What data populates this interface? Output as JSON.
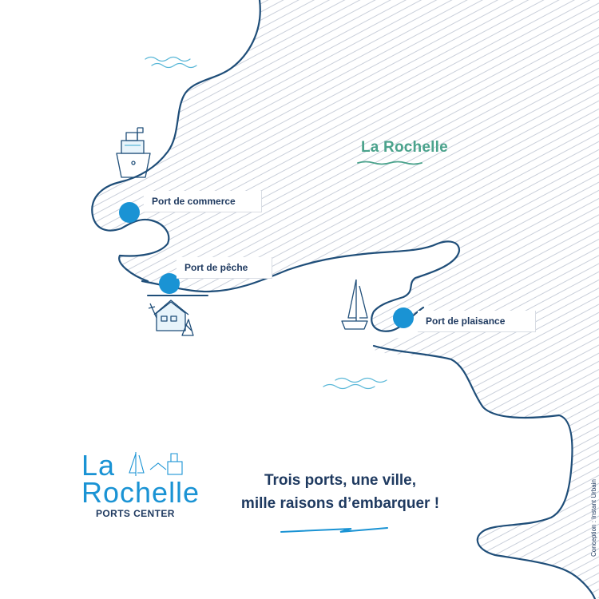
{
  "map": {
    "city_label": "La Rochelle",
    "colors": {
      "coast": "#1f4e79",
      "hatch": "#c3cad6",
      "marker": "#1a93d4",
      "city_label": "#4ba38c",
      "text": "#1f3a60",
      "sea_waves": "#5bb8d8"
    },
    "ports": [
      {
        "name": "Port de commerce",
        "icon": "cargo-ship-icon"
      },
      {
        "name": "Port de pêche",
        "icon": "fishing-harbour-icon"
      },
      {
        "name": "Port de plaisance",
        "icon": "sailboat-icon"
      }
    ]
  },
  "logo": {
    "line1": "La",
    "line2": "Rochelle",
    "line3": "PORTS CENTER"
  },
  "tagline": {
    "line1": "Trois ports, une ville,",
    "line2": "mille raisons d’embarquer  !"
  },
  "credit": "Conception : Instant Urbain"
}
